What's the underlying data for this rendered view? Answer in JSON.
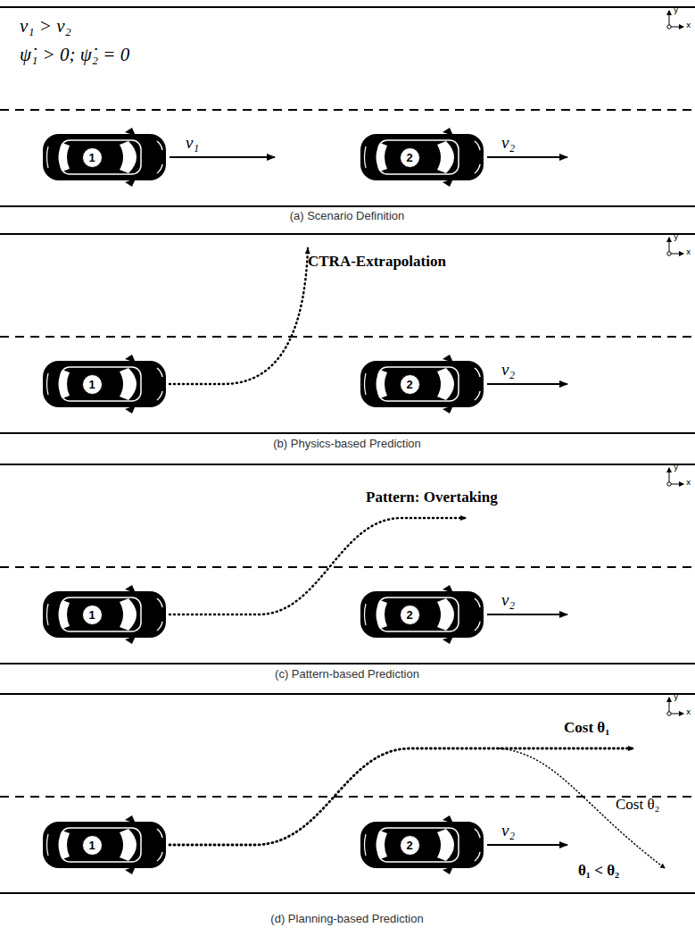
{
  "diagram": {
    "nodes": [
      {
        "text": [
          "1"
        ]
      },
      {
        "text": [
          "2"
        ]
      },
      {
        "text": [
          "1"
        ]
      },
      {
        "text": [
          "2"
        ]
      },
      {
        "text": [
          "1"
        ]
      },
      {
        "text": [
          "2"
        ]
      },
      {
        "text": [
          "1"
        ]
      },
      {
        "text": [
          "2"
        ]
      }
    ],
    "labels": [
      "y",
      "x",
      "v₁ > v₂",
      "ψ̇₁ > 0; ψ̇₂ = 0",
      "v₁",
      "v₂",
      "(a) Scenario Definition",
      "y",
      "x",
      "CTRA-Extrapolation",
      "v₂",
      "(b) Physics-based Prediction",
      "y",
      "x",
      "Pattern: Overtaking",
      "v₂",
      "(c) Pattern-based Prediction",
      "y",
      "x",
      "Cost θ₁",
      "Cost θ₂",
      "v₂",
      "θ₁ < θ₂",
      "(d) Planning-based Prediction"
    ]
  }
}
